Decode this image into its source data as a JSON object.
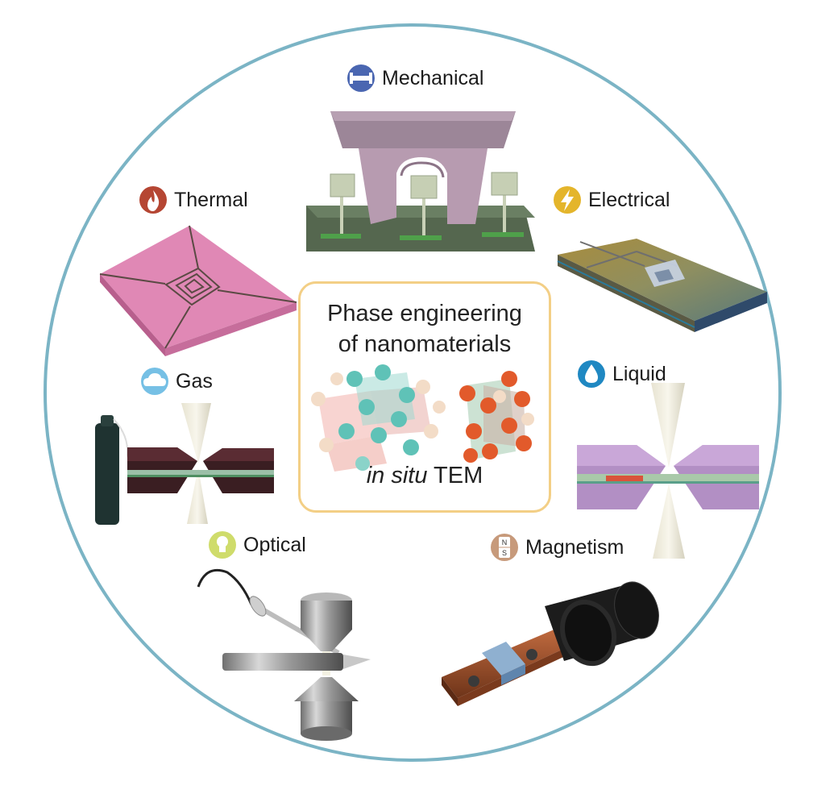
{
  "center": {
    "title_line1": "Phase engineering",
    "title_line2": "of nanomaterials",
    "sub_italic": "in situ",
    "sub_rest": " TEM"
  },
  "categories": [
    {
      "key": "mechanical",
      "label": "Mechanical",
      "icon": "dumbbell-icon",
      "color": "#4a66b1"
    },
    {
      "key": "thermal",
      "label": "Thermal",
      "icon": "flame-icon",
      "color": "#b54633"
    },
    {
      "key": "electrical",
      "label": "Electrical",
      "icon": "lightning-icon",
      "color": "#e4b52b"
    },
    {
      "key": "gas",
      "label": "Gas",
      "icon": "cloud-icon",
      "color": "#76c0e5"
    },
    {
      "key": "liquid",
      "label": "Liquid",
      "icon": "droplet-icon",
      "color": "#1f88c2"
    },
    {
      "key": "optical",
      "label": "Optical",
      "icon": "lightbulb-icon",
      "color": "#cfdc6b"
    },
    {
      "key": "magnetism",
      "label": "Magnetism",
      "icon": "magnet-icon",
      "color": "#c79a7b"
    }
  ],
  "magnet_poles": {
    "north": "N",
    "south": "S"
  },
  "colors": {
    "circle_border": "#7bb4c5",
    "box_border": "#f3cf86",
    "crystal_teal": "#5fc2b7",
    "crystal_red": "#e25a2b"
  }
}
